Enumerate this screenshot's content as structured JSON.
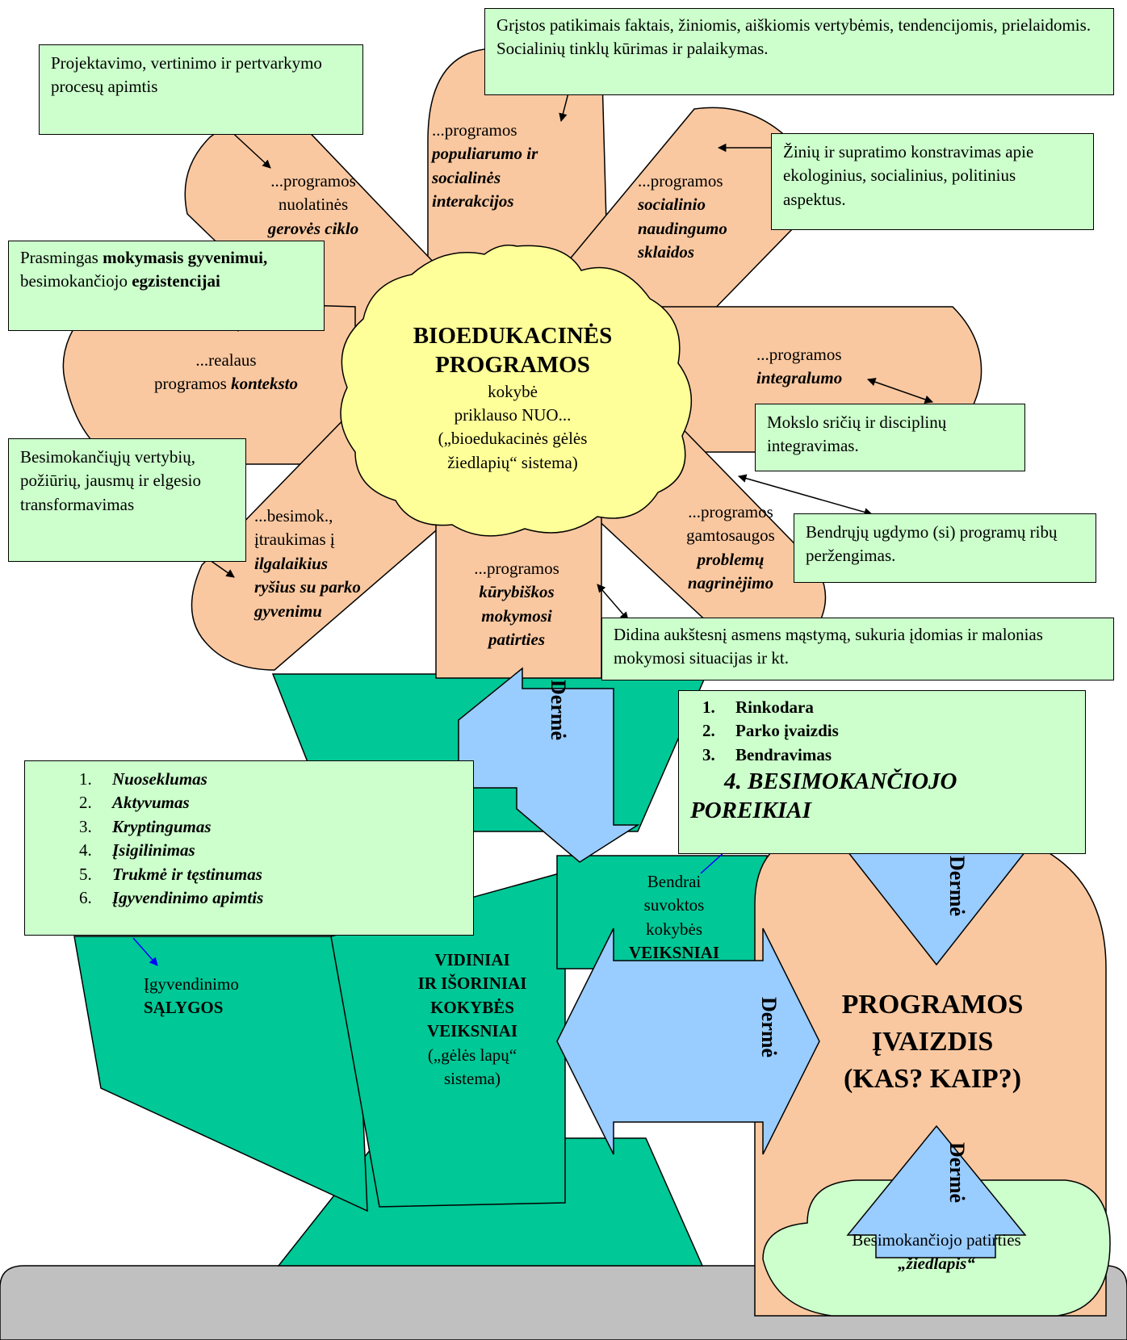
{
  "center": {
    "title1": "BIOEDUKACINĖS",
    "title2": "PROGRAMOS",
    "l1": "kokybė",
    "l2": "priklauso NUO...",
    "l3": "(„bioedukacinės gėlės",
    "l4": "žiedlapių“ sistema)"
  },
  "petals": {
    "p1": {
      "l1": "...programos",
      "l2": "nuolatinės",
      "l3": "gerovės ciklo"
    },
    "p2": {
      "l1": "...programos",
      "l2": "populiarumo ir",
      "l3": "socialinės",
      "l4": "interakcijos"
    },
    "p3": {
      "l1": "...programos",
      "l2": "socialinio",
      "l3": "naudingumo",
      "l4": "sklaidos"
    },
    "p4": {
      "l1": "...programos",
      "l2": "integralumo"
    },
    "p5": {
      "l1": "...programos",
      "l2": "gamtosaugos",
      "l3": "problemų",
      "l4": "nagrinėjimo"
    },
    "p6": {
      "l1": "...programos",
      "l2": "kūrybiškos",
      "l3": "mokymosi",
      "l4": "patirties"
    },
    "p7": {
      "l1": "...besimok.,",
      "l2": "įtraukimas į",
      "l3": "ilgalaikius",
      "l4": "ryšius su parko",
      "l5": "gyvenimu"
    },
    "p8": {
      "l1": "...realaus",
      "l2a": "programos ",
      "l2b": "konteksto"
    }
  },
  "boxes": {
    "b1": "Projektavimo, vertinimo ir pertvarkymo procesų apimtis",
    "b2": "Grįstos patikimais faktais, žiniomis, aiškiomis vertybėmis, tendencijomis, prielaidomis. Socialinių tinklų kūrimas ir palaikymas.",
    "b3": "Žinių ir supratimo konstravimas apie ekologinius, socialinius, politinius aspektus.",
    "b4": {
      "a": "Prasmingas ",
      "b": "mokymasis gyvenimui,",
      "c": "besimokančiojo ",
      "d": "egzistencijai"
    },
    "b5": "Mokslo sričių ir disciplinų integravimas.",
    "b6": "Besimokančiųjų vertybių, požiūrių, jausmų ir elgesio transformavimas",
    "b7": "Bendrųjų ugdymo (si) programų ribų peržengimas.",
    "b8": "Didina aukštesnį asmens mąstymą, sukuria įdomias ir malonias mokymosi situacijas ir kt."
  },
  "conditions": [
    "Nuoseklumas",
    "Aktyvumas",
    "Kryptingumas",
    "Įsigilinimas",
    "Trukmė ir tęstinumas",
    "Įgyvendinimo apimtis"
  ],
  "factors": [
    "Rinkodara",
    "Parko įvaizdis",
    "Bendravimas"
  ],
  "factor4": {
    "l1": "4.  BESIMOKANČIOJO",
    "l2": "POREIKIAI"
  },
  "labels": {
    "igyv1": "Įgyvendinimo",
    "igyv2": "SĄLYGOS",
    "bendrai1": "Bendrai",
    "bendrai2": "suvoktos",
    "bendrai3": "kokybės",
    "bendrai4": "VEIKSNIAI",
    "vid1": "VIDINIAI",
    "vid2": "IR IŠORINIAI",
    "vid3": "KOKYBĖS",
    "vid4": "VEIKSNIAI",
    "vid5": "(„gėlės lapų“",
    "vid6": "sistema)",
    "img1": "PROGRAMOS",
    "img2": "ĮVAIZDIS",
    "img3": "(KAS? KAIP?)",
    "exp1": "Besimokančiojo patirties",
    "exp2": "„žiedlapis“",
    "derme": "Dermė"
  },
  "colors": {
    "petal": "#fac8a0",
    "center": "#ffff99",
    "box": "#ccffcc",
    "leaf": "#00c896",
    "arrow": "#99ccff",
    "ground": "#c0c0c0"
  }
}
